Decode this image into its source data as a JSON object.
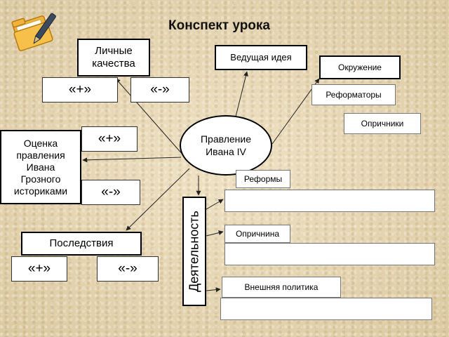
{
  "title": "Конспект урока",
  "center": "Правление\nИвана IV",
  "left": {
    "personal_qualities": "Личные\nкачества",
    "evaluation": "Оценка\nправления\nИвана\nГрозного\nисториками",
    "consequences": "Последствия"
  },
  "signs": {
    "plus": "«+»",
    "minus": "«-»"
  },
  "right": {
    "leading_idea": "Ведущая идея",
    "environment": "Окружение",
    "reformers": "Реформаторы",
    "oprichniki": "Опричники"
  },
  "activity": {
    "label": "Деятельность",
    "reforms": "Реформы",
    "oprichnina": "Опричнина",
    "foreign_policy": "Внешняя политика"
  },
  "icon": "folder-with-pen-icon"
}
